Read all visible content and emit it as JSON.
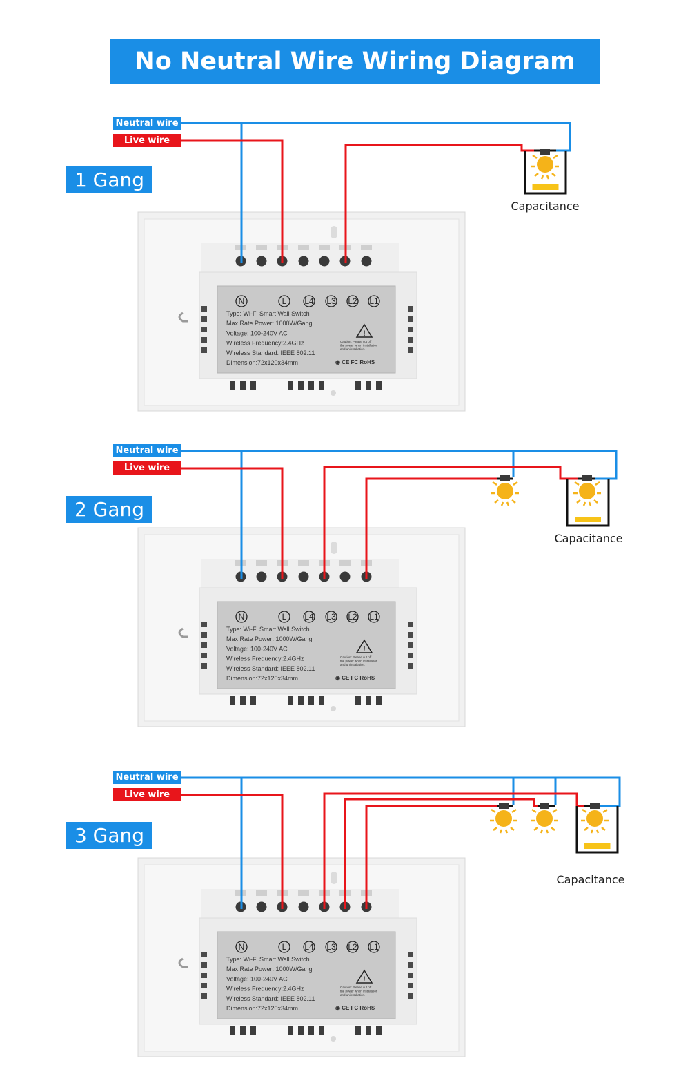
{
  "title": "No Neutral Wire Wiring Diagram",
  "colors": {
    "neutral": "#1a8ee6",
    "live": "#e8151b",
    "bulb": "#f5b319",
    "capacitor": "#f7c318"
  },
  "legend": {
    "neutral": "Neutral wire",
    "live": "Live wire"
  },
  "capacitance_label": "Capacitance",
  "switch": {
    "terminals": [
      "N",
      "L",
      "L4",
      "L3",
      "L2",
      "L1"
    ],
    "specs": [
      "Type: Wi-Fi Smart Wall Switch",
      "Max Rate Power: 1000W/Gang",
      "Voltage: 100-240V AC",
      "Wireless Frequency:2.4GHz",
      "Wireless Standard: IEEE 802.11",
      "Dimension:72x120x34mm"
    ],
    "caution": [
      "Caution: Please cut off",
      "the power when installation",
      "and uninstallation."
    ],
    "certifications": "CE FC RoHS"
  },
  "sections": [
    {
      "gang_label": "1 Gang",
      "lamps": 1
    },
    {
      "gang_label": "2 Gang",
      "lamps": 2
    },
    {
      "gang_label": "3 Gang",
      "lamps": 3
    }
  ]
}
